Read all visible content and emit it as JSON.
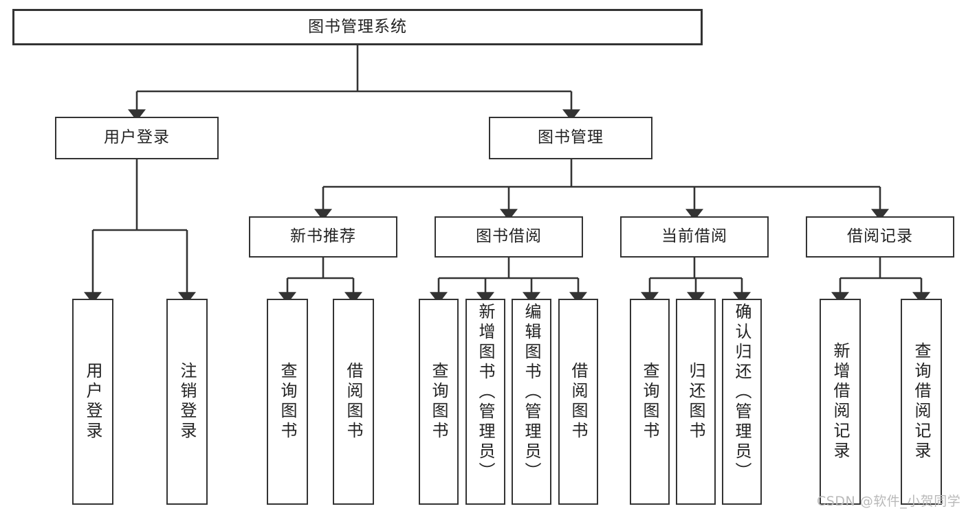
{
  "diagram": {
    "type": "hierarchy-tree",
    "title": "图书管理系统",
    "watermark": "CSDN @软件_小贺同学",
    "colors": {
      "stroke": "#333333",
      "background": "#ffffff",
      "text": "#222222",
      "watermark": "#b9b9b9"
    },
    "nodes": {
      "root": {
        "label": "图书管理系统"
      },
      "level2": [
        {
          "label": "用户登录"
        },
        {
          "label": "图书管理"
        }
      ],
      "level3": [
        {
          "label": "新书推荐"
        },
        {
          "label": "图书借阅"
        },
        {
          "label": "当前借阅"
        },
        {
          "label": "借阅记录"
        }
      ],
      "leaves": {
        "user_login": [
          {
            "label": "用户登录"
          },
          {
            "label": "注销登录"
          }
        ],
        "new_book_recommend": [
          {
            "label": "查询图书"
          },
          {
            "label": "借阅图书"
          }
        ],
        "book_borrow": [
          {
            "label": "查询图书"
          },
          {
            "label": "新增图书（管理员）"
          },
          {
            "label": "编辑图书（管理员）"
          },
          {
            "label": "借阅图书"
          }
        ],
        "current_borrow": [
          {
            "label": "查询图书"
          },
          {
            "label": "归还图书"
          },
          {
            "label": "确认归还（管理员）"
          }
        ],
        "borrow_record": [
          {
            "label": "新增借阅记录"
          },
          {
            "label": "查询借阅记录"
          }
        ]
      }
    }
  }
}
